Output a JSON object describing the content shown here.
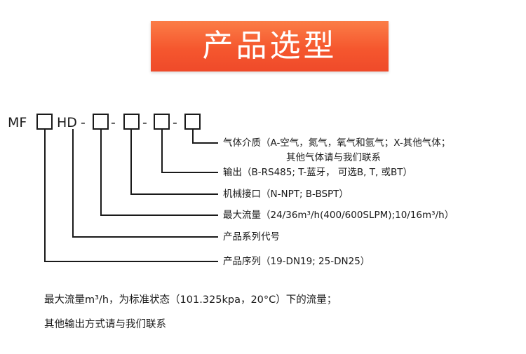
{
  "title": "产品选型",
  "model_code": {
    "prefix": "MF",
    "middle": "HD",
    "separator": "-"
  },
  "options": [
    {
      "label": "气体介质（A-空气，氮气，氧气和氩气；X-其他气体；",
      "label_line2": "其他气体请与我们联系"
    },
    {
      "label": "输出（B-RS485; T-蓝牙， 可选B, T, 或BT）"
    },
    {
      "label": "机械接口（N-NPT; B-BSPT）"
    },
    {
      "label": "最大流量（24/36m³/h(400/600SLPM);10/16m³/h）"
    },
    {
      "label": "产品系列代号"
    },
    {
      "label": "产品序列（19-DN19; 25-DN25）"
    }
  ],
  "notes": [
    "最大流量m³/h，为标准状态（101.325kpa，20°C）下的流量；",
    "其他输出方式请与我们联系"
  ]
}
